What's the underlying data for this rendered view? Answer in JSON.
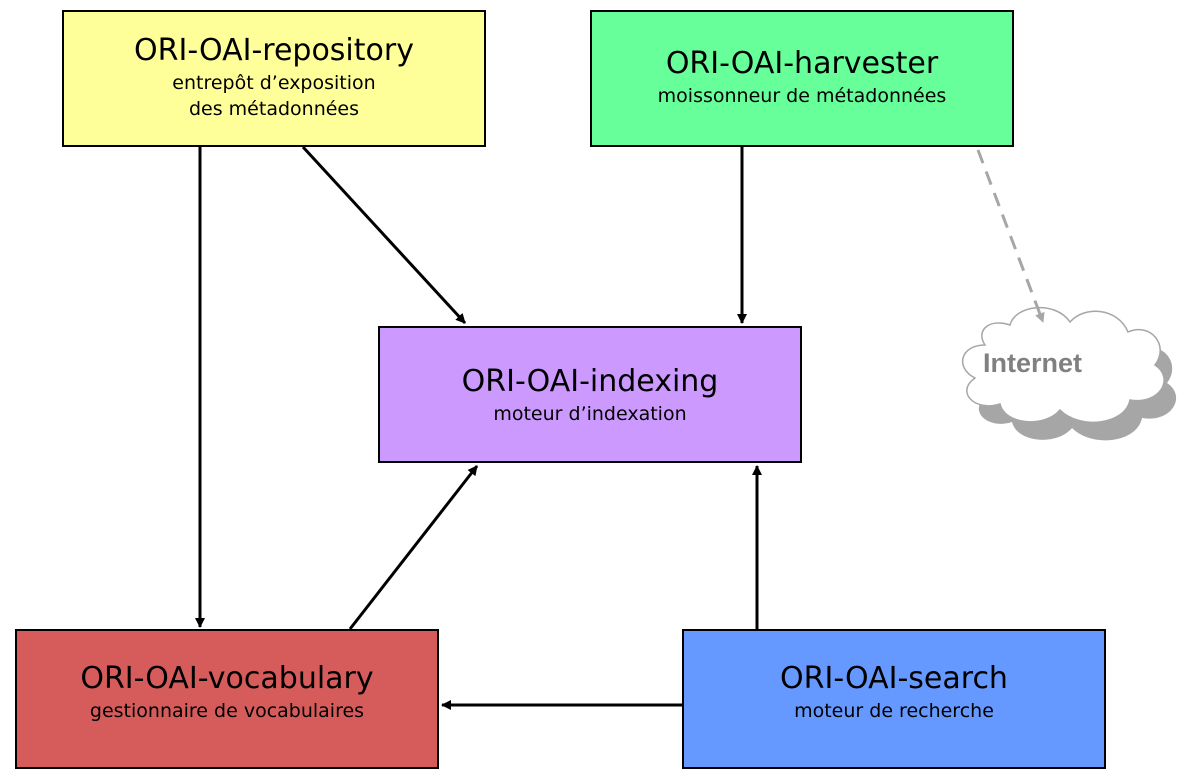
{
  "nodes": {
    "repository": {
      "title": "ORI-OAI-repository",
      "subtitle_line1": "entrepôt d’exposition",
      "subtitle_line2": "des métadonnées",
      "color": "#ffff99"
    },
    "harvester": {
      "title": "ORI-OAI-harvester",
      "subtitle": "moissonneur de métadonnées",
      "color": "#66ff99"
    },
    "indexing": {
      "title": "ORI-OAI-indexing",
      "subtitle": "moteur d’indexation",
      "color": "#cc99ff"
    },
    "vocabulary": {
      "title": "ORI-OAI-vocabulary",
      "subtitle": "gestionnaire de vocabulaires",
      "color": "#d65c5c"
    },
    "search": {
      "title": "ORI-OAI-search",
      "subtitle": "moteur de recherche",
      "color": "#6699ff"
    }
  },
  "internet": {
    "label": "Internet",
    "cloud_color": "#ffffff",
    "shadow_color": "#a6a6a6",
    "text_color": "#808080"
  },
  "edges": [
    {
      "from": "repository",
      "to": "indexing",
      "style": "solid"
    },
    {
      "from": "repository",
      "to": "vocabulary",
      "style": "solid"
    },
    {
      "from": "harvester",
      "to": "indexing",
      "style": "solid"
    },
    {
      "from": "harvester",
      "to": "internet",
      "style": "dashed"
    },
    {
      "from": "vocabulary",
      "to": "indexing",
      "style": "solid"
    },
    {
      "from": "search",
      "to": "indexing",
      "style": "solid"
    },
    {
      "from": "search",
      "to": "vocabulary",
      "style": "solid"
    }
  ]
}
